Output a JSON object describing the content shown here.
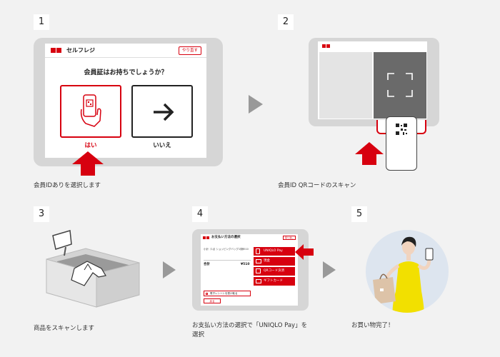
{
  "colors": {
    "red": "#d7000f",
    "gray": "#d8d8d8",
    "dark": "#666666",
    "bg": "#f2f2f2"
  },
  "steps": [
    {
      "number": "1",
      "caption": "会員IDありを選択します",
      "screen": {
        "title": "セルフレジ",
        "redo_button": "やり直す",
        "question": "会員証はお持ちでしょうか？",
        "yes_label": "はい",
        "no_label": "いいえ"
      }
    },
    {
      "number": "2",
      "caption": "会員ID QRコードのスキャン"
    },
    {
      "number": "3",
      "caption": "商品をスキャンします"
    },
    {
      "number": "4",
      "caption_line1": "お支払い方法の選択で「UNIQLO Pay」を",
      "caption_line2": "選択",
      "screen": {
        "title": "お支払い方法の選択",
        "top_button": "取り消し",
        "subtotal_label": "小計（1点 ショッピングバッグ1枚）",
        "subtotal_value": "¥510",
        "total_label": "合計",
        "total_value": "¥510",
        "options": [
          "UNIQLO Pay",
          "現金",
          "QRコード決済",
          "ギフトカード"
        ],
        "receipt_check": "電子レシートを受け取る",
        "back_button": "戻る"
      }
    },
    {
      "number": "5",
      "caption": "お買い物完了！"
    }
  ]
}
